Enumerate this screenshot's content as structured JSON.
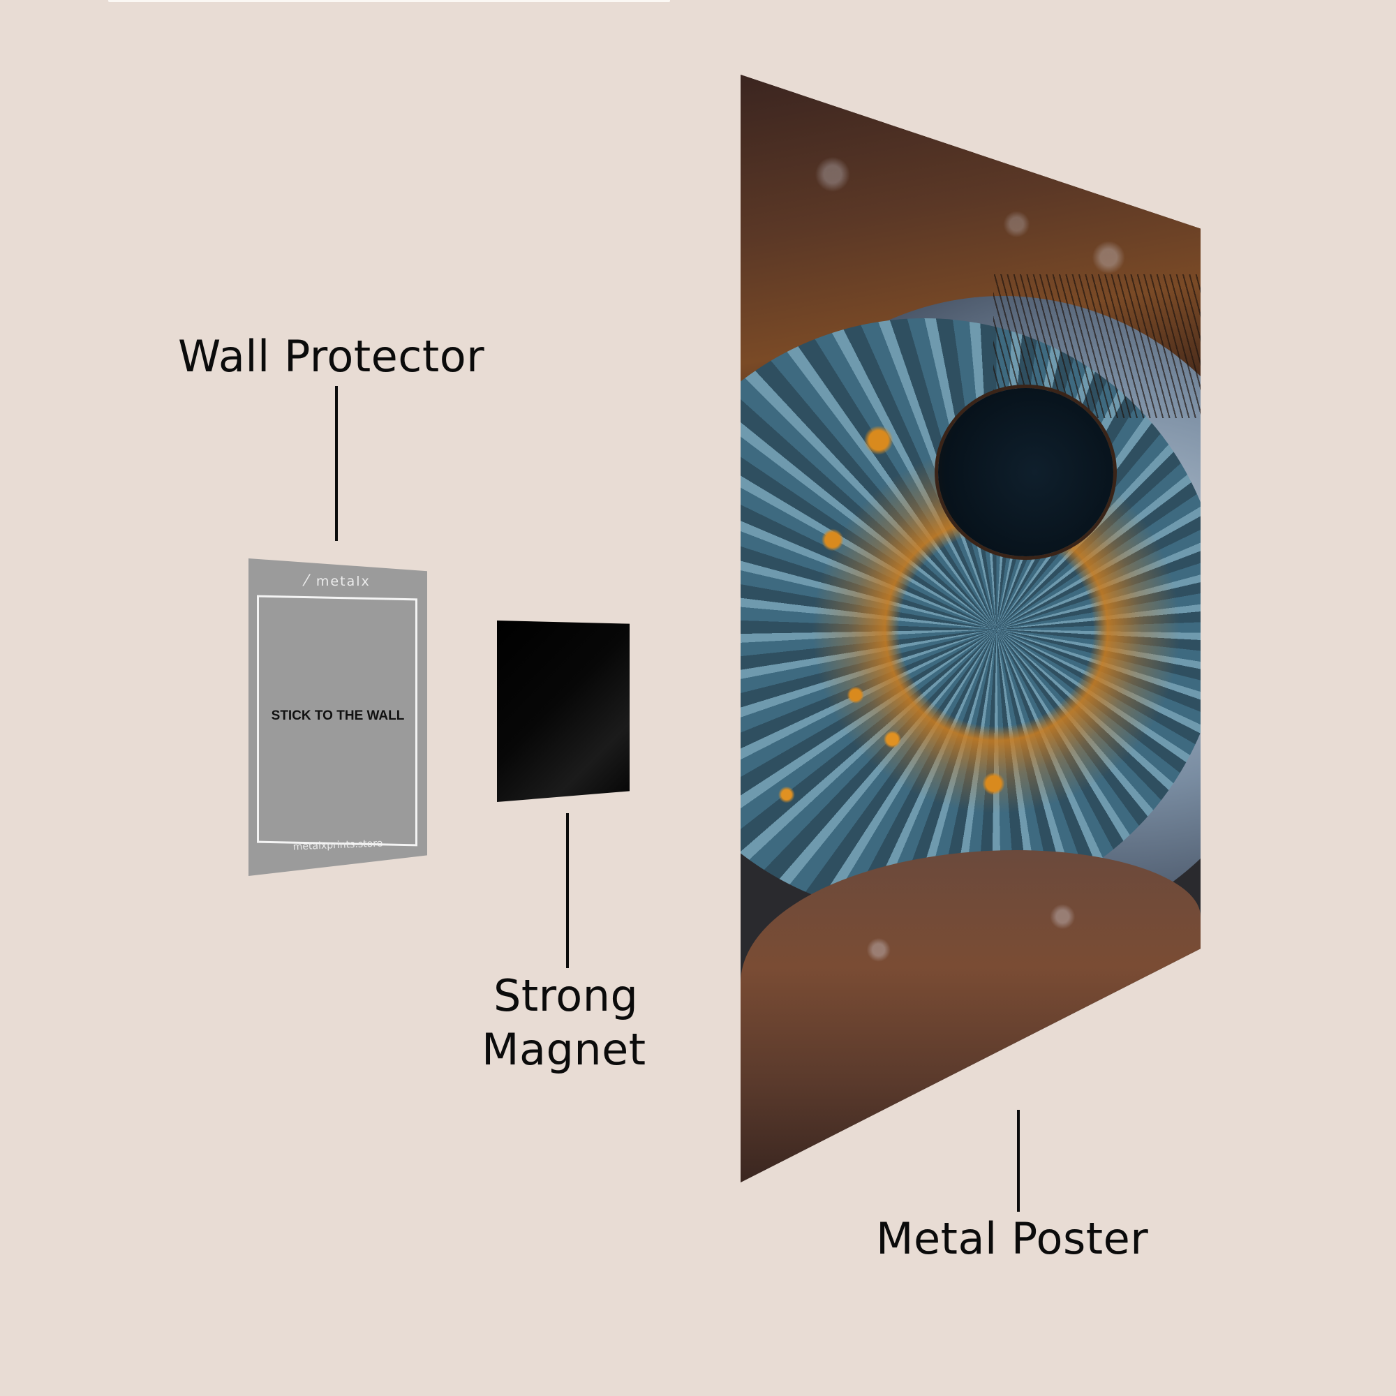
{
  "labels": {
    "wall_protector": "Wall Protector",
    "strong_magnet_line1": "Strong",
    "strong_magnet_line2": "Magnet",
    "metal_poster": "Metal Poster"
  },
  "wall_protector_card": {
    "brand_mark": "⁄",
    "brand_name": "metalx",
    "instruction": "STICK TO THE WALL",
    "website": "metalxprints.store",
    "color": "#9b9b9b"
  },
  "magnet": {
    "color": "#000000"
  },
  "poster": {
    "subject": "close-up of a human eye with blue iris and orange flecks",
    "accent_colors": [
      "#4b7287",
      "#d98a1e",
      "#07121b",
      "#6b3f22"
    ]
  },
  "colors": {
    "background": "#e8dcd4",
    "text": "#0b0b0b"
  }
}
